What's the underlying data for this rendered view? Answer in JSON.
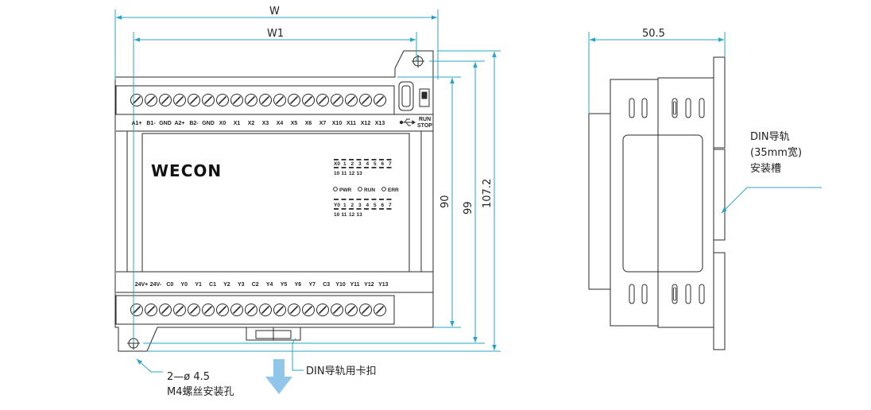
{
  "dimensions": {
    "w": "W",
    "w1": "W1",
    "h90": "90",
    "h99": "99",
    "h107": "107.2",
    "side_width": "50.5"
  },
  "front_panel": {
    "logo": "WECON",
    "top_terminals": [
      "A1+",
      "B1-",
      "GND",
      "A2+",
      "B2-",
      "GND",
      "X0",
      "X1",
      "X2",
      "X3",
      "X4",
      "X5",
      "X6",
      "X7",
      "X10",
      "X11",
      "X12",
      "X13"
    ],
    "bottom_terminals": [
      "24V+",
      "24V-",
      "C0",
      "Y0",
      "Y1",
      "C1",
      "Y2",
      "Y3",
      "C2",
      "Y4",
      "Y5",
      "Y6",
      "Y7",
      "C3",
      "Y10",
      "Y11",
      "Y12",
      "Y13"
    ],
    "run_label": "RUN",
    "stop_label": "STOP",
    "led_x_prefix": "X0",
    "led_y_prefix": "Y0",
    "led_row1": [
      "1",
      "2",
      "3",
      "4",
      "5",
      "6",
      "7"
    ],
    "led_row2": [
      "10",
      "11",
      "12",
      "13"
    ],
    "status_leds": [
      "PWR",
      "RUN",
      "ERR"
    ]
  },
  "annotations": {
    "din_rail_line1": "DIN导轨",
    "din_rail_line2": "(35mm宽)",
    "din_rail_line3": "安装槽",
    "din_clip": "DIN导轨用卡扣",
    "holes_line1": "2—ø 4.5",
    "holes_line2": "M4螺丝安装孔"
  },
  "colors": {
    "dimension_line": "#29a3c6",
    "outline": "#2a2a2a",
    "arrow": "#8fc6ea"
  },
  "icons": [
    "usb-icon",
    "screw-terminal-icon",
    "mounting-hole-icon",
    "download-arrow-icon"
  ]
}
